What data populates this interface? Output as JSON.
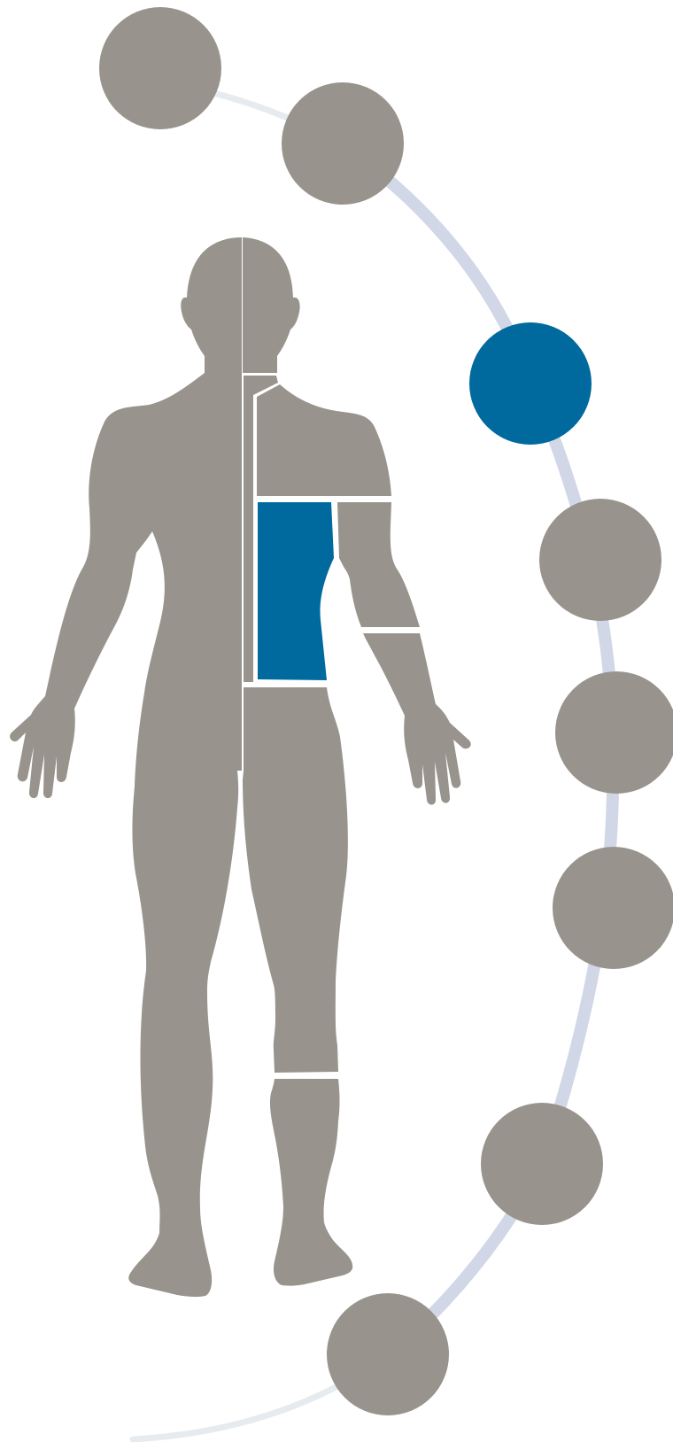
{
  "colors": {
    "body": "#98948d",
    "highlight": "#006a9e",
    "arc": "#d1d7e6",
    "arc_faded": "#e6ebf0",
    "separator": "#ffffff",
    "background": "#ffffff"
  },
  "nodes": [
    {
      "id": "node-1",
      "active": false
    },
    {
      "id": "node-2",
      "active": false
    },
    {
      "id": "node-3",
      "active": true
    },
    {
      "id": "node-4",
      "active": false
    },
    {
      "id": "node-5",
      "active": false
    },
    {
      "id": "node-6",
      "active": false
    },
    {
      "id": "node-7",
      "active": false
    },
    {
      "id": "node-8",
      "active": false
    }
  ],
  "body_regions": [
    {
      "id": "upper-arm",
      "highlighted": false
    },
    {
      "id": "trunk",
      "highlighted": true
    },
    {
      "id": "forearm",
      "highlighted": false
    },
    {
      "id": "thigh",
      "highlighted": false
    },
    {
      "id": "lower-leg",
      "highlighted": false
    }
  ]
}
